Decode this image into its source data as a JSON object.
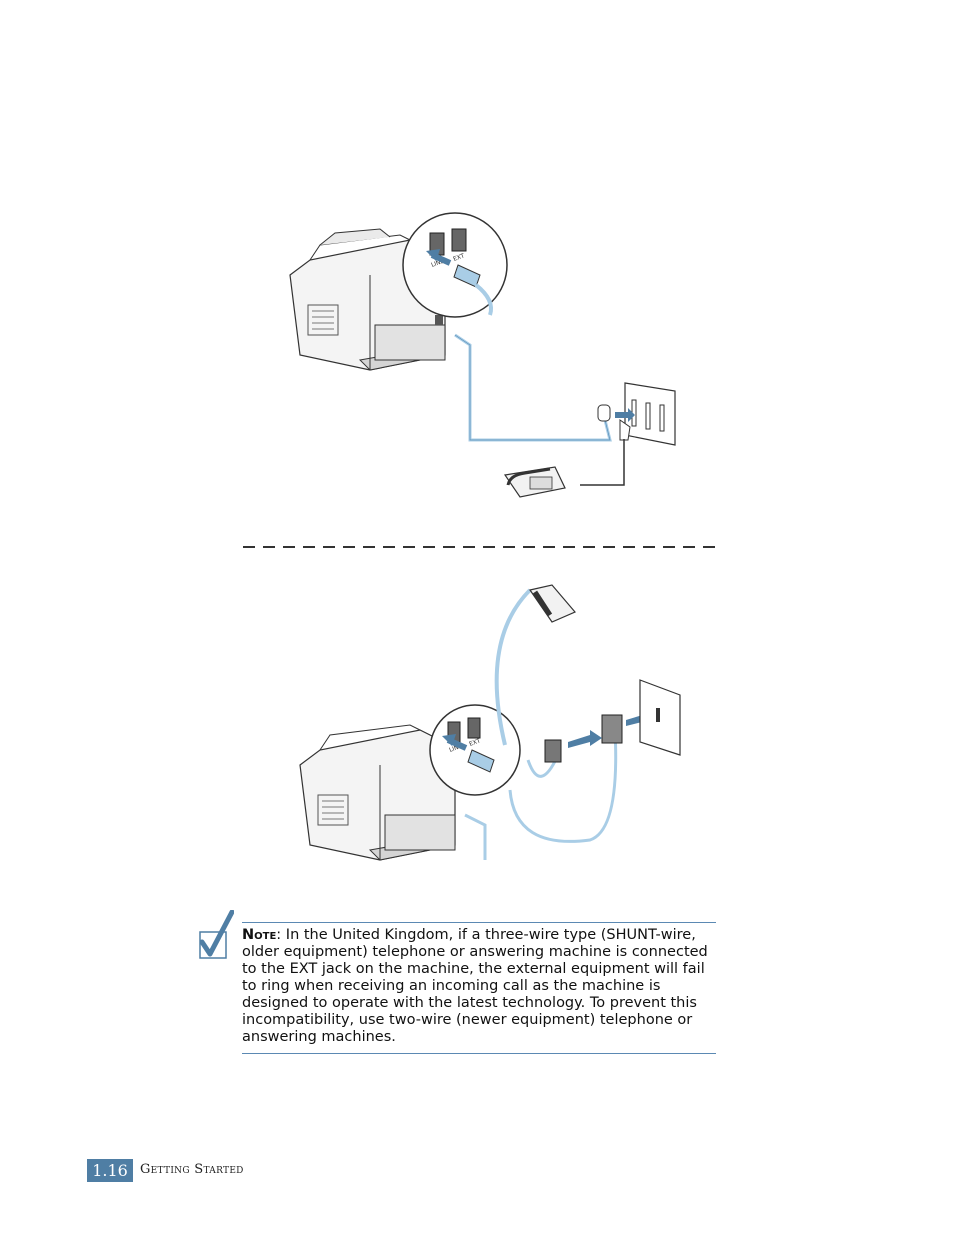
{
  "figure1": {
    "jack_line": "LINE",
    "jack_ext": "EXT"
  },
  "figure2": {
    "jack_line": "LINE",
    "jack_ext": "EXT"
  },
  "note": {
    "label": "Note",
    "text": ": In the United Kingdom, if a three-wire type (SHUNT-wire, older equipment) telephone or answering machine is connected to the EXT jack on the machine, the external equipment will fail to ring when receiving an incoming call as the machine is designed to operate with the latest technology. To prevent this incompatibility, use two-wire (newer equipment) telephone or answering machines."
  },
  "footer": {
    "page_number": "1.16",
    "section_title": "Getting Started"
  },
  "colors": {
    "accent_blue": "#4f7ea4",
    "cable_blue": "#a9cde6"
  }
}
